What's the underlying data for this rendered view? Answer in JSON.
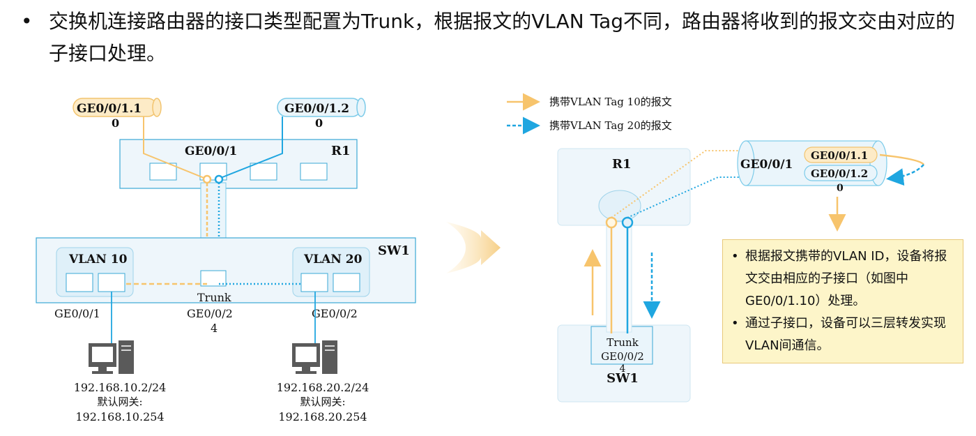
{
  "headline": {
    "bullet": "•",
    "text": "交换机连接路由器的接口类型配置为Trunk，根据报文的VLAN Tag不同，路由器将收到的报文交由对应的子接口处理。"
  },
  "left_diagram": {
    "subif_1": "GE0/0/1.1",
    "subif_1_suffix": "0",
    "subif_2": "GE0/0/1.2",
    "subif_2_suffix": "0",
    "router_port": "GE0/0/1",
    "router_name": "R1",
    "switch_name": "SW1",
    "vlan_10": "VLAN 10",
    "vlan_20": "VLAN 20",
    "trunk_label": "Trunk",
    "trunk_port": "GE0/0/2",
    "trunk_port_suffix": "4",
    "pc1_port": "GE0/0/1",
    "pc2_port": "GE0/0/2",
    "pc1_ip": "192.168.10.2/24",
    "pc1_gw_label": "默认网关:",
    "pc1_gw": "192.168.10.254",
    "pc2_ip": "192.168.20.2/24",
    "pc2_gw_label": "默认网关:",
    "pc2_gw": "192.168.20.254"
  },
  "right_diagram": {
    "legend_vlan10": "携带VLAN Tag 10的报文",
    "legend_vlan20": "携带VLAN Tag 20的报文",
    "router_name": "R1",
    "router_port": "GE0/0/1",
    "subif_1": "GE0/0/1.1",
    "subif_2": "GE0/0/1.2",
    "subif_suffix": "0",
    "trunk_label": "Trunk",
    "trunk_port": "GE0/0/2",
    "trunk_port_suffix": "4",
    "switch_name": "SW1"
  },
  "note": {
    "items": [
      "根据报文携带的VLAN ID，设备将报文交由相应的子接口（如图中GE0/0/1.10）处理。",
      "通过子接口，设备可以三层转发实现VLAN间通信。"
    ]
  },
  "colors": {
    "vlan10": "#f7c46c",
    "vlan20": "#1fa6e0",
    "box_fill": "#eef6fb",
    "box_stroke": "#3aa8d6"
  }
}
